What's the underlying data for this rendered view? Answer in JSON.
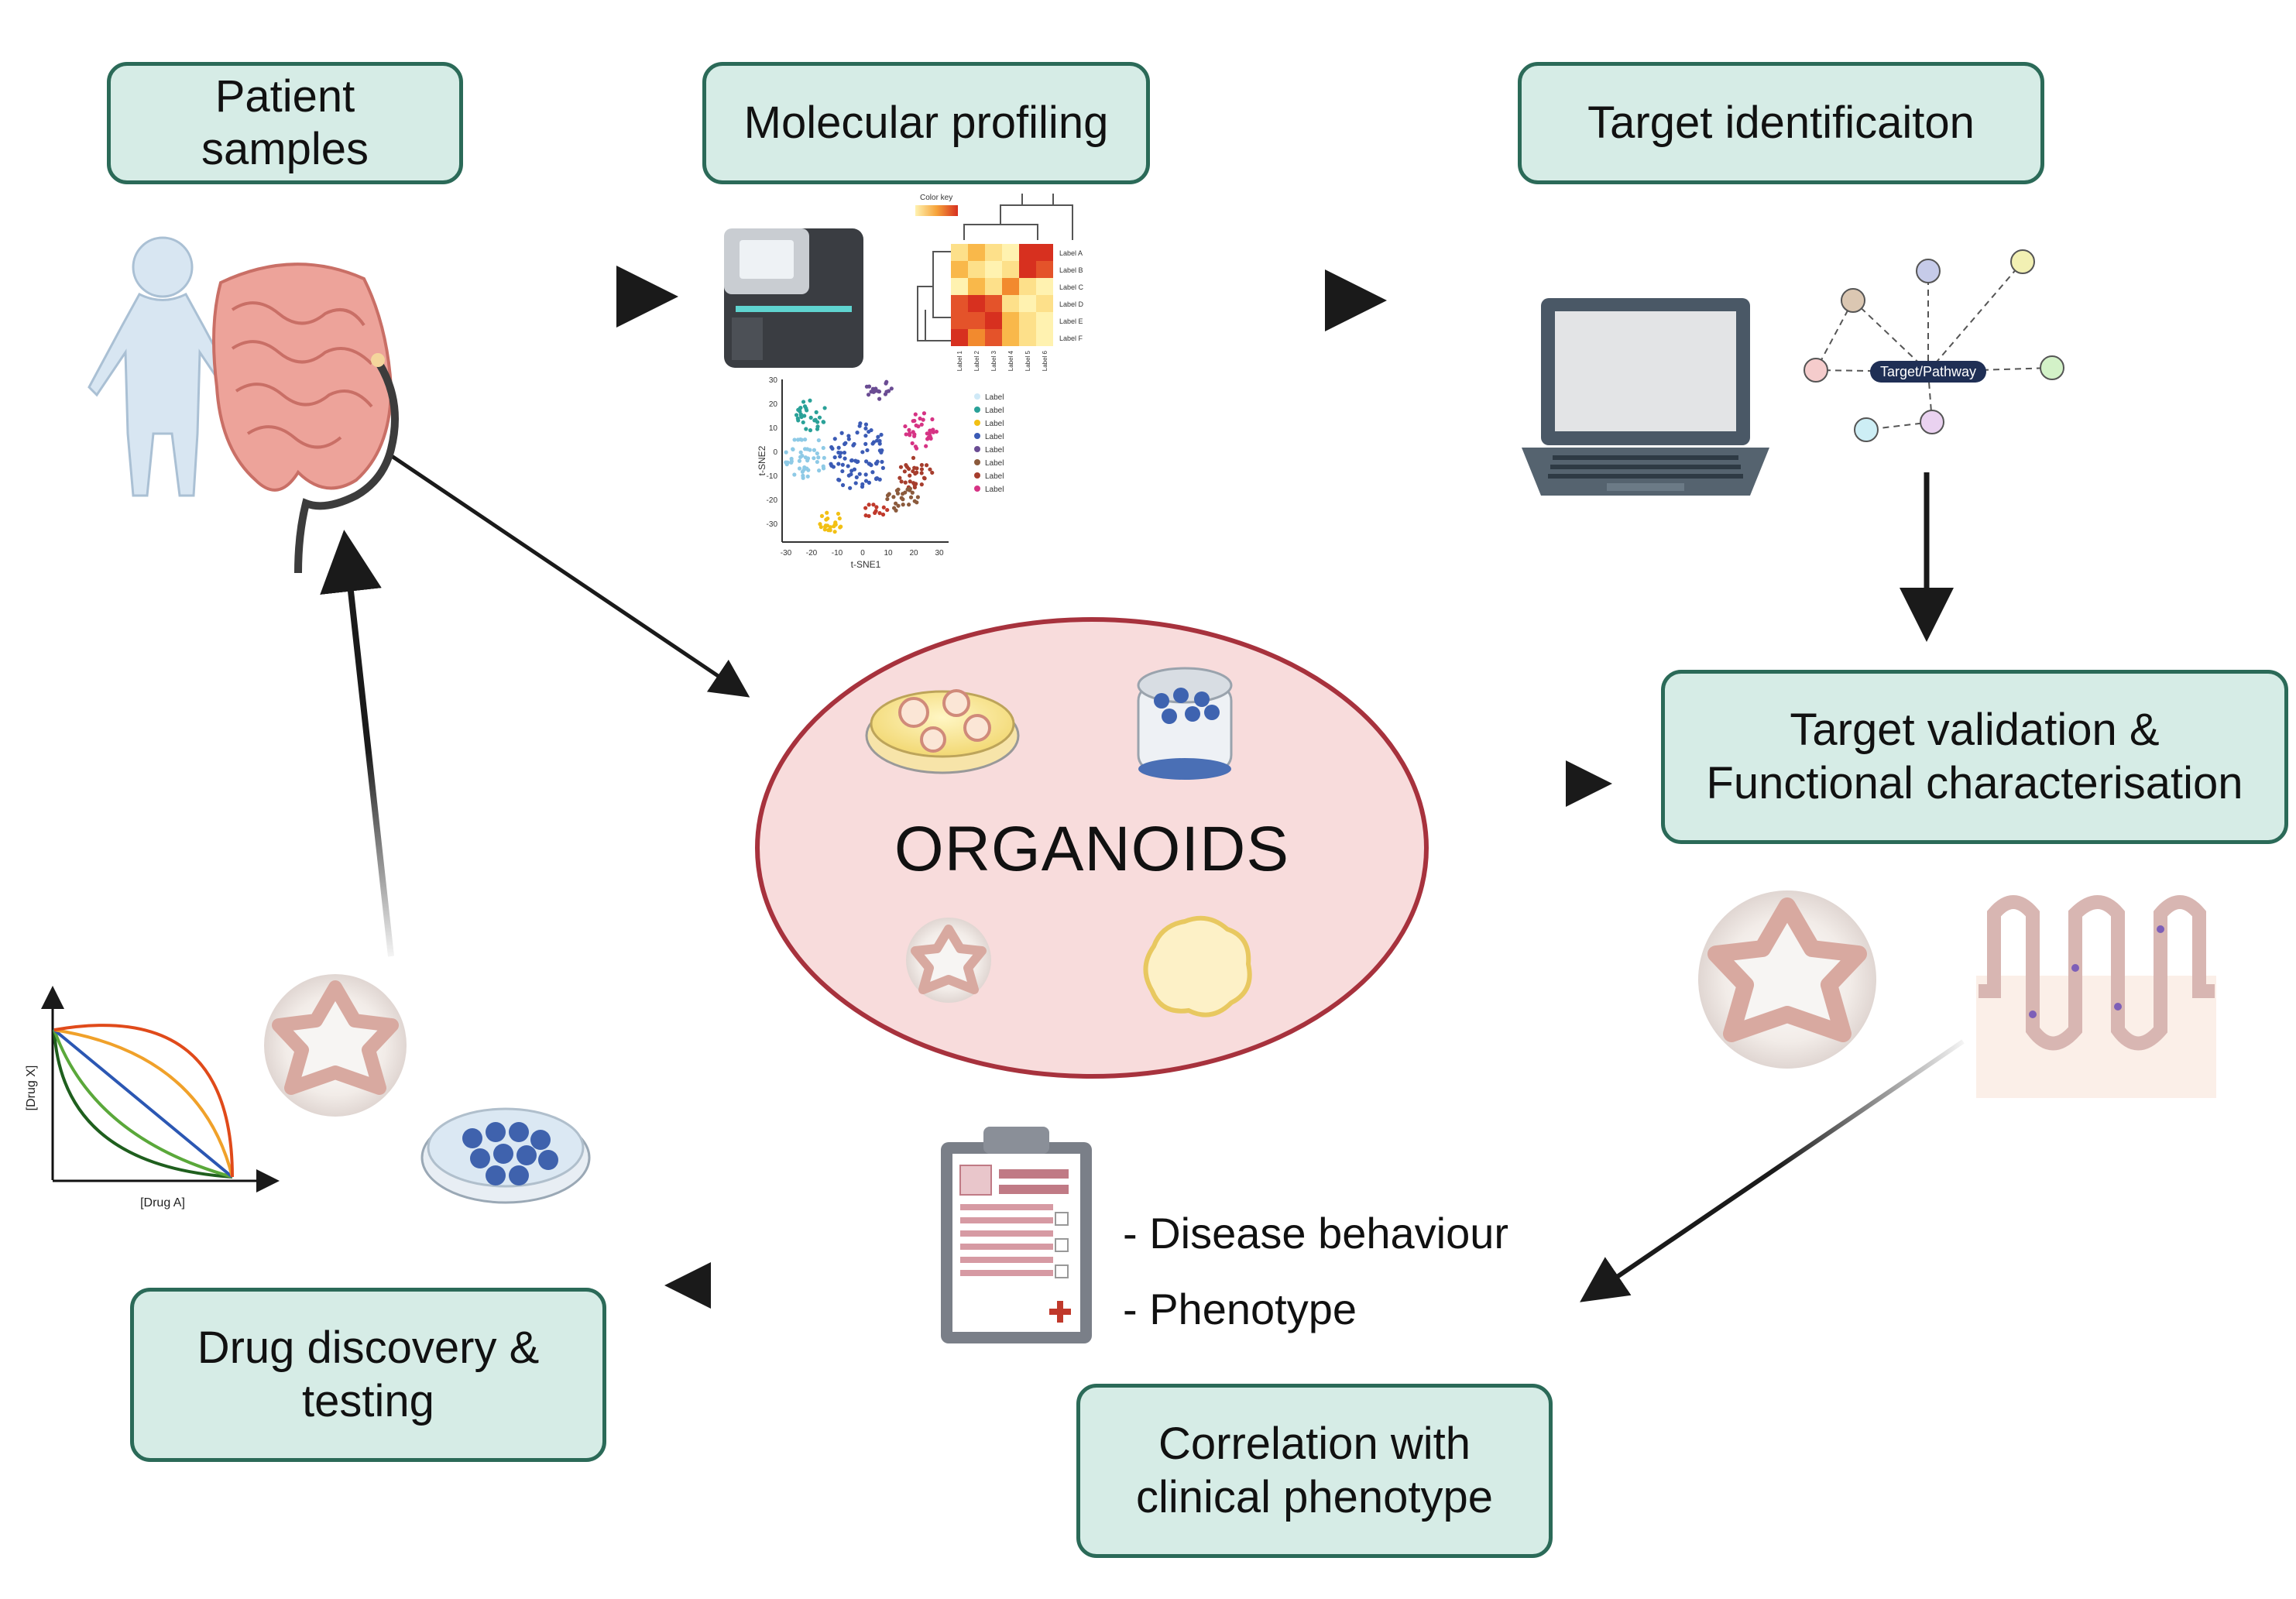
{
  "boxes": {
    "patient_samples": "Patient samples",
    "molecular_profiling": "Molecular profiling",
    "target_identification": "Target identificaiton",
    "target_validation_line1": "Target validation &",
    "target_validation_line2": "Functional characterisation",
    "drug_discovery_line1": "Drug discovery &",
    "drug_discovery_line2": "testing",
    "correlation_line1": "Correlation with",
    "correlation_line2": "clinical phenotype"
  },
  "center": {
    "organoids": "ORGANOIDS"
  },
  "clinical": {
    "item1": "- Disease behaviour",
    "item2": "- Phenotype"
  },
  "network": {
    "node_label": "Target/Pathway"
  },
  "heatmap": {
    "color_key": "Color key",
    "row_labels": [
      "Label A",
      "Label B",
      "Label C",
      "Label D",
      "Label E",
      "Label F"
    ],
    "col_labels": [
      "Label 1",
      "Label 2",
      "Label 3",
      "Label 4",
      "Label 5",
      "Label 6"
    ]
  },
  "tsne": {
    "xlabel": "t-SNE1",
    "ylabel": "t-SNE2",
    "xticks": [
      "-30",
      "-20",
      "-10",
      "0",
      "10",
      "20",
      "30"
    ],
    "yticks": [
      "30",
      "20",
      "10",
      "0",
      "-10",
      "-20",
      "-30"
    ],
    "legend": [
      "Label",
      "Label",
      "Label",
      "Label",
      "Label",
      "Label",
      "Label",
      "Label"
    ]
  },
  "dose_plot": {
    "xlabel": "[Drug A]",
    "ylabel": "[Drug X]"
  },
  "colors": {
    "box_fill": "#d6ece6",
    "box_border": "#2b6a58",
    "ellipse_fill": "#f8dcdc",
    "ellipse_border": "#a7323d"
  }
}
